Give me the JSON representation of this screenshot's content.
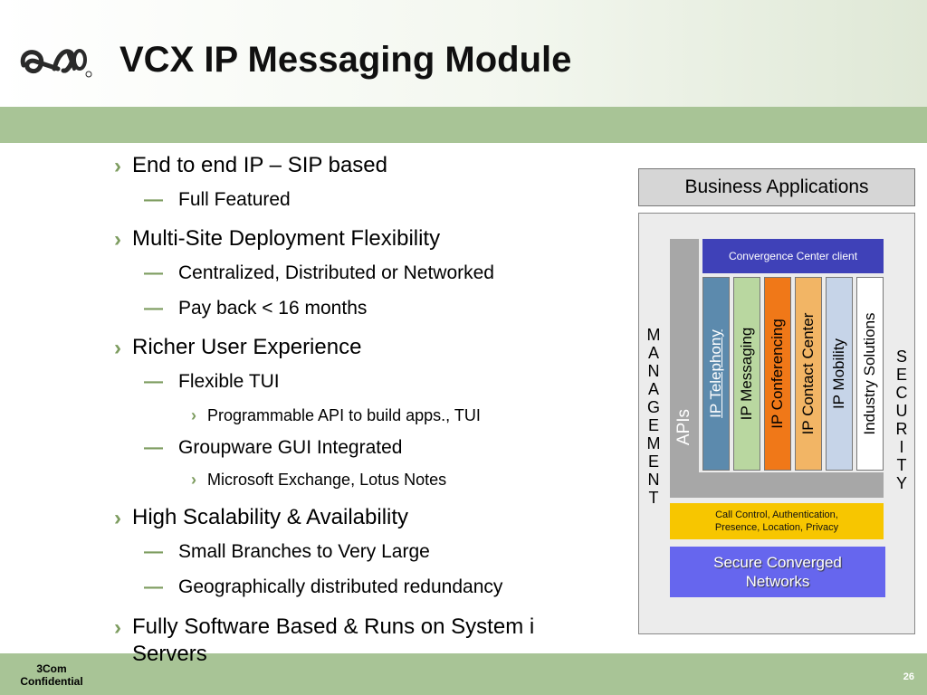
{
  "slide": {
    "title": "VCX IP Messaging Module",
    "footer_left_line1": "3Com",
    "footer_left_line2": "Confidential",
    "page_number": "26"
  },
  "colors": {
    "accent_green": "#a8c496",
    "bullet_green": "#7d9c5f"
  },
  "bullets": {
    "b1": "End to end IP – SIP based",
    "b1_1": "Full Featured",
    "b2": "Multi-Site Deployment Flexibility",
    "b2_1": "Centralized, Distributed or Networked",
    "b2_2": "Pay back < 16 months",
    "b3": "Richer User Experience",
    "b3_1": "Flexible TUI",
    "b3_1_1": "Programmable API to build apps., TUI",
    "b3_2": "Groupware GUI Integrated",
    "b3_2_1": "Microsoft Exchange, Lotus Notes",
    "b4": "High Scalability & Availability",
    "b4_1": "Small Branches to Very Large",
    "b4_2": "Geographically distributed redundancy",
    "b5_line1": "Fully Software Based & Runs on System i",
    "b5_line2": "Servers"
  },
  "markers": {
    "level1": "›",
    "level2": "—",
    "level3": "›"
  },
  "diagram": {
    "business_applications": "Business Applications",
    "convergence_center_client": "Convergence Center client",
    "apis": "APIs",
    "columns": [
      "IP Telephony",
      "IP Messaging",
      "IP Conferencing",
      "IP Contact Center",
      "IP Mobility",
      "Industry Solutions"
    ],
    "call_control_line1": "Call Control, Authentication,",
    "call_control_line2": "Presence, Location, Privacy",
    "secure_networks_line1": "Secure Converged",
    "secure_networks_line2": "Networks",
    "management_letters": [
      "M",
      "A",
      "N",
      "A",
      "G",
      "E",
      "M",
      "E",
      "N",
      "T"
    ],
    "security_letters": [
      "S",
      "E",
      "C",
      "U",
      "R",
      "I",
      "T",
      "Y"
    ]
  }
}
